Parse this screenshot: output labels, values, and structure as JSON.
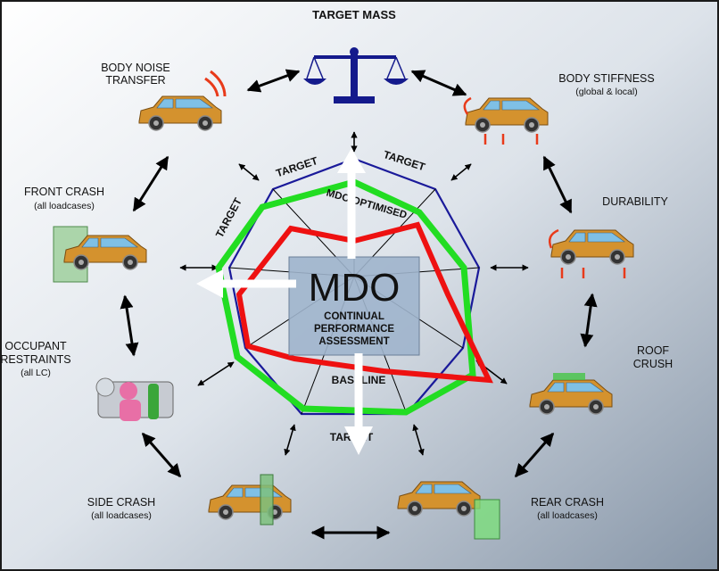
{
  "title": "TARGET MASS",
  "center": {
    "title": "MDO",
    "lines": [
      "CONTINUAL",
      "PERFORMANCE",
      "ASSESSMENT"
    ]
  },
  "radar_labels": {
    "target": "TARGET",
    "optimised": "MDO OPTIMISED",
    "baseline": "BASELINE"
  },
  "nodes": {
    "body_noise": {
      "lines": [
        "BODY NOISE",
        "TRANSFER"
      ]
    },
    "body_stiffness": {
      "lines": [
        "BODY STIFFNESS"
      ],
      "sub": "(global & local)"
    },
    "front_crash": {
      "lines": [
        "FRONT CRASH"
      ],
      "sub": "(all loadcases)"
    },
    "durability": {
      "lines": [
        "DURABILITY"
      ]
    },
    "occupant": {
      "lines": [
        "OCCUPANT",
        "RESTRAINTS"
      ],
      "sub": "(all LC)"
    },
    "roof": {
      "lines": [
        "ROOF",
        "CRUSH"
      ]
    },
    "side_crash": {
      "lines": [
        "SIDE CRASH"
      ],
      "sub": "(all loadcases)"
    },
    "rear_crash": {
      "lines": [
        "REAR CRASH"
      ],
      "sub": "(all loadcases)"
    }
  },
  "colors": {
    "target": "#1a1a9a",
    "optimised": "#22dd22",
    "baseline": "#ee1111",
    "car": "#d4922e",
    "mass_icon": "#141a8c"
  }
}
